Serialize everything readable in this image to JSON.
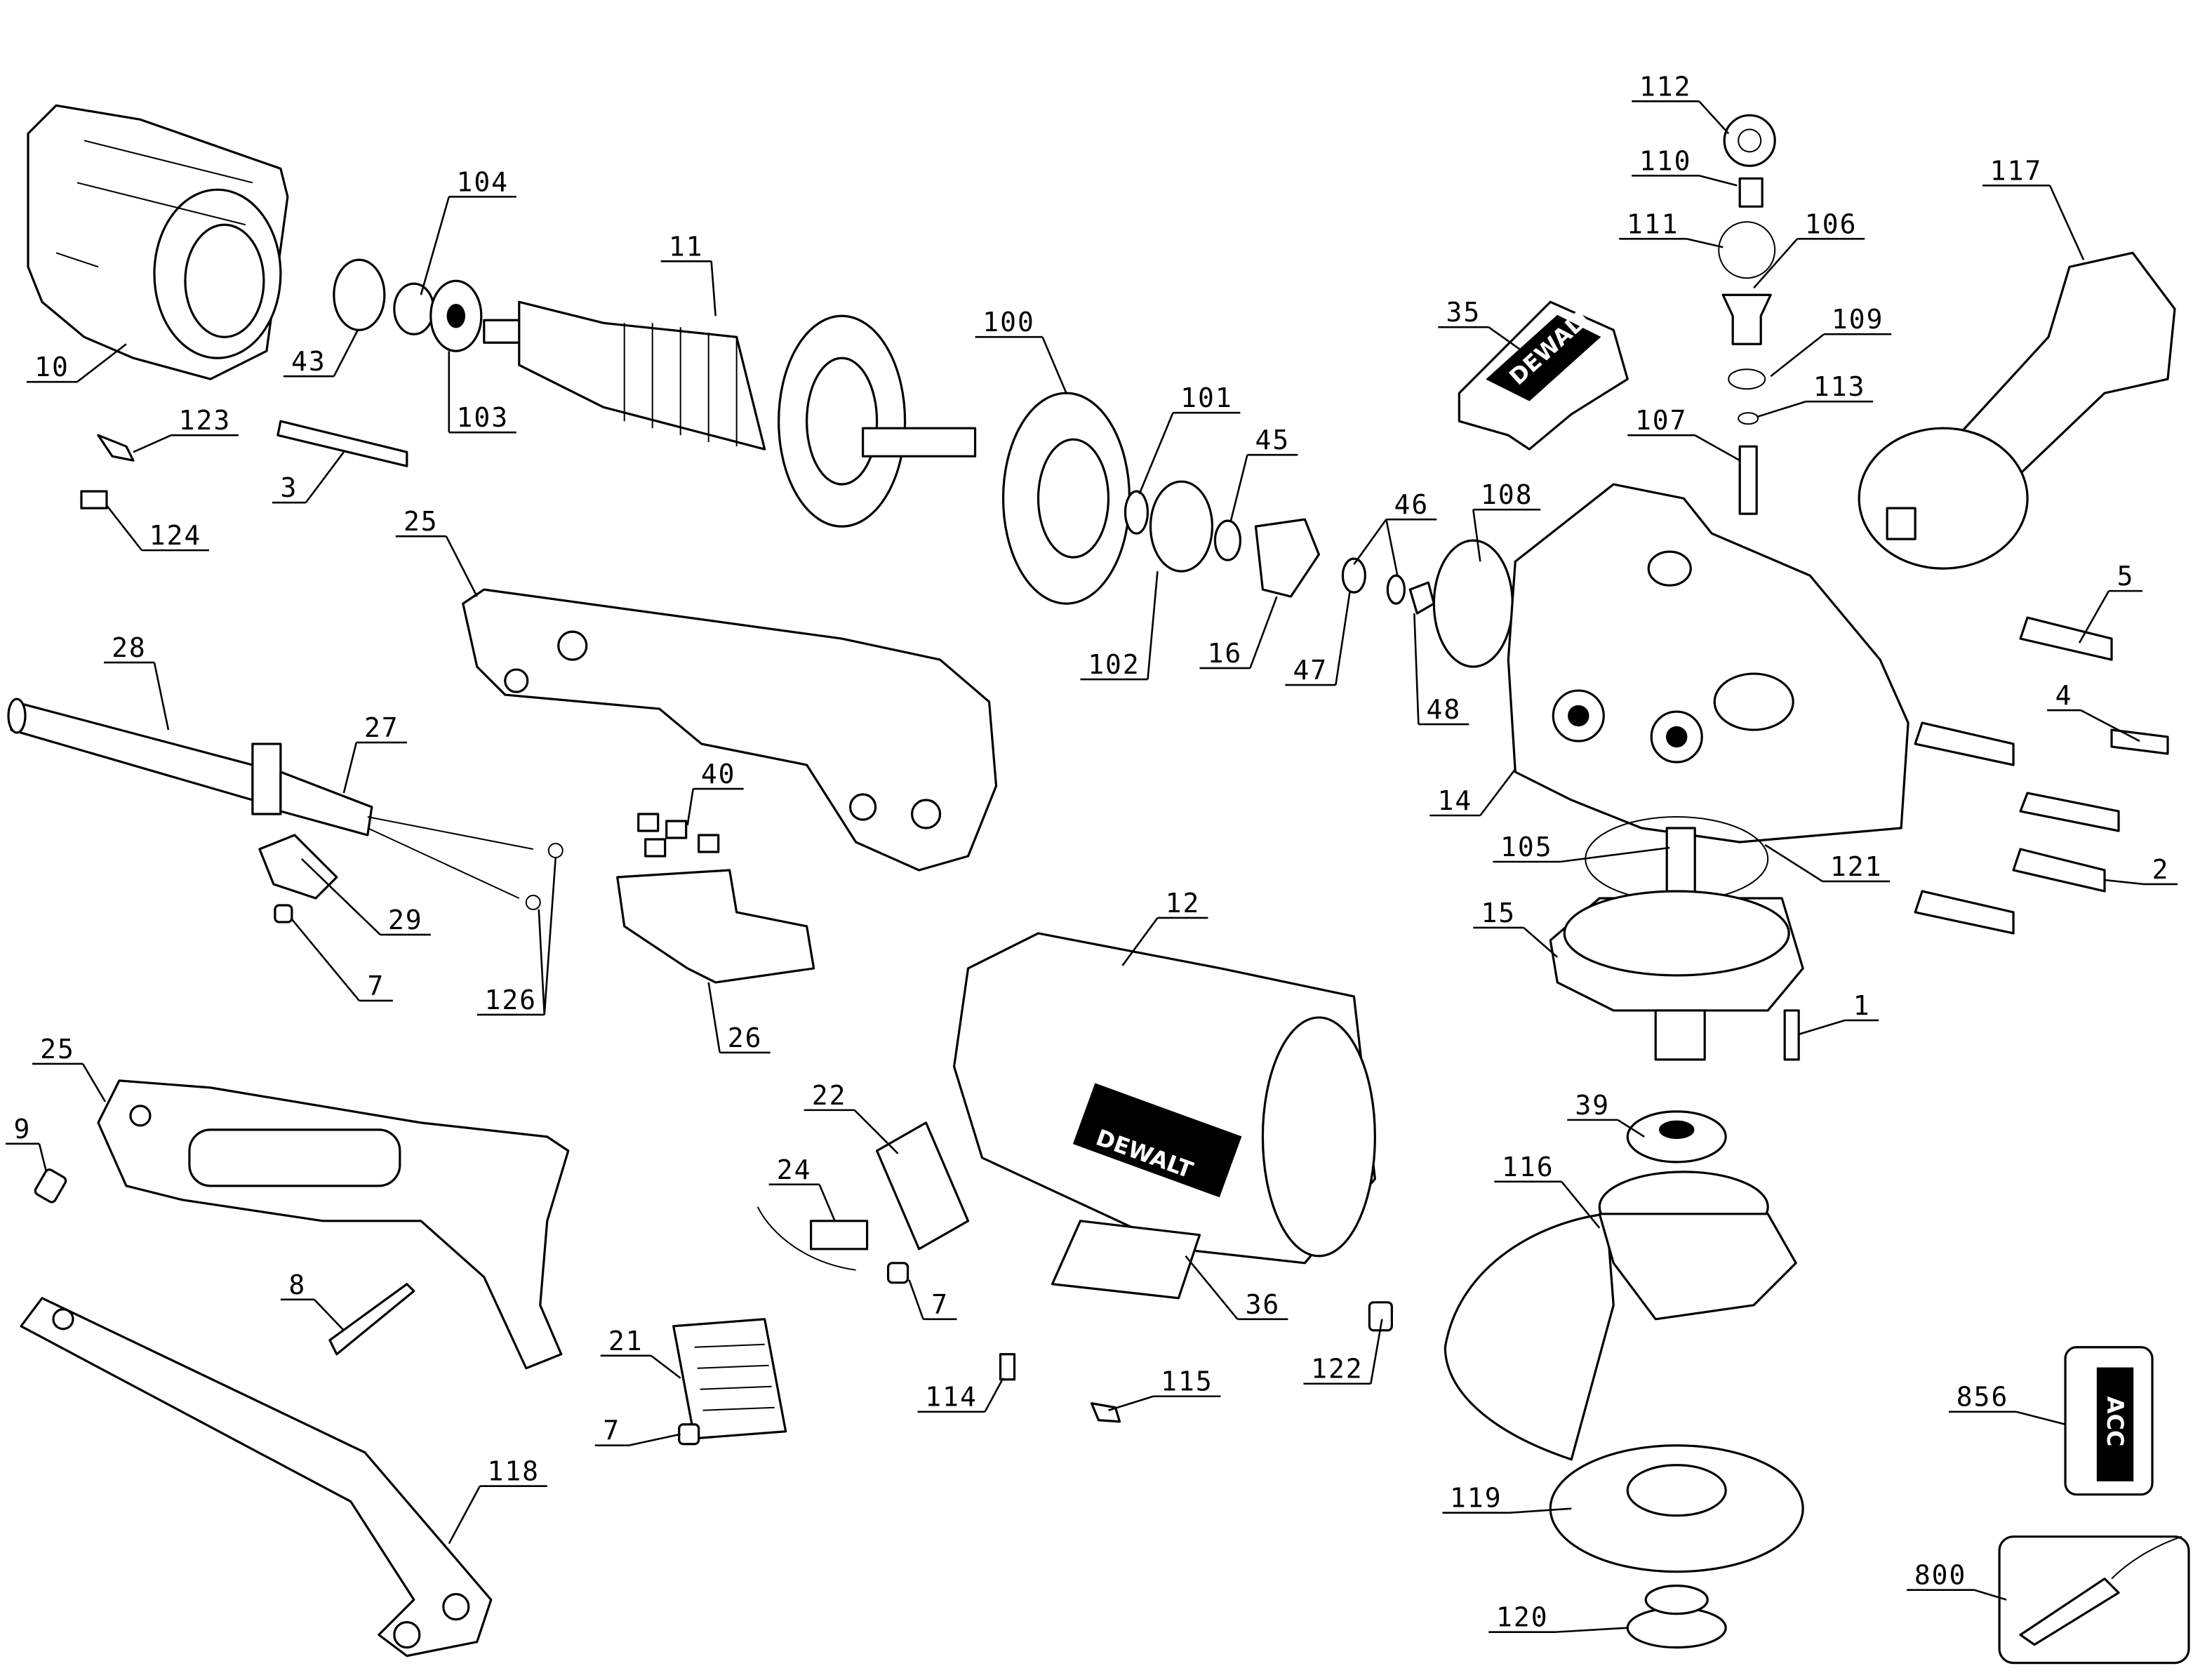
{
  "diagram": {
    "title": "Angle grinder exploded parts diagram",
    "brand_logo_text": "DEWALT",
    "decal_text": "ACC",
    "part_labels": [
      "112",
      "110",
      "111",
      "106",
      "117",
      "35",
      "109",
      "113",
      "107",
      "108",
      "46",
      "45",
      "101",
      "100",
      "11",
      "104",
      "43",
      "103",
      "10",
      "123",
      "3",
      "124",
      "25",
      "102",
      "16",
      "47",
      "48",
      "14",
      "5",
      "4",
      "2",
      "105",
      "121",
      "15",
      "1",
      "39",
      "116",
      "28",
      "27",
      "40",
      "29",
      "7",
      "126",
      "26",
      "12",
      "22",
      "24",
      "25",
      "9",
      "7",
      "36",
      "8",
      "21",
      "122",
      "856",
      "7",
      "114",
      "115",
      "118",
      "119",
      "800",
      "120"
    ]
  }
}
